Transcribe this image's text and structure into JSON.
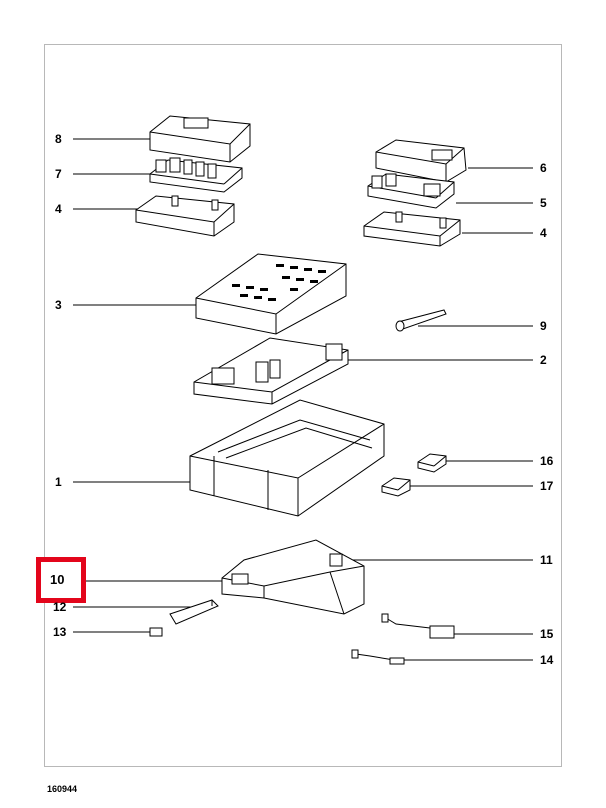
{
  "diagram": {
    "labels": {
      "p1": "1",
      "p2": "2",
      "p3": "3",
      "p4_left": "4",
      "p4_right": "4",
      "p5": "5",
      "p6": "6",
      "p7": "7",
      "p8": "8",
      "p9": "9",
      "p10": "10",
      "p11": "11",
      "p12": "12",
      "p13": "13",
      "p14": "14",
      "p15": "15",
      "p16": "16",
      "p17": "17"
    },
    "highlight_color": "#e3051b",
    "highlighted_part": "10"
  },
  "footer": {
    "code": "160944"
  }
}
